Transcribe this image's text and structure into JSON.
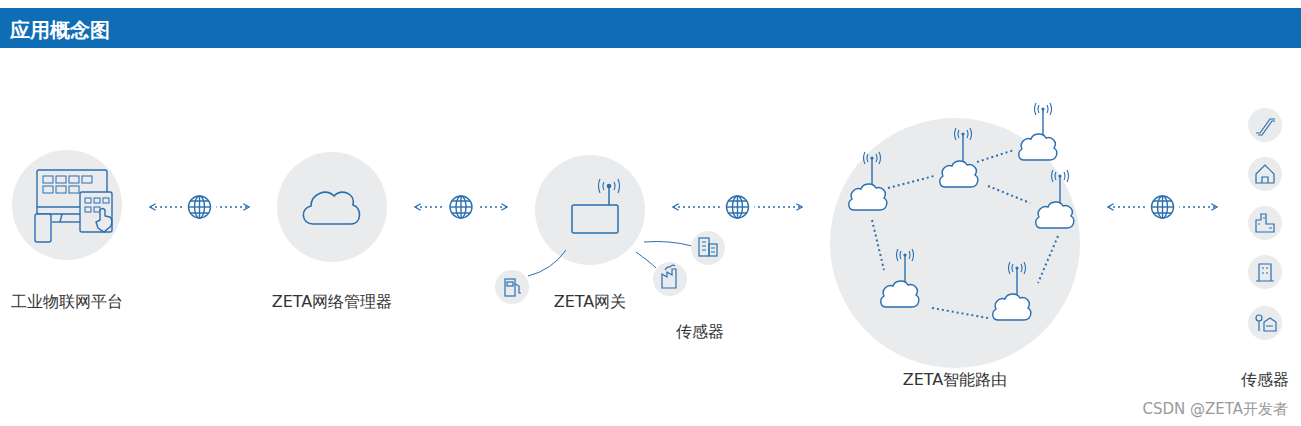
{
  "diagram": {
    "title": "应用概念图",
    "nodes": [
      {
        "text": [
          "工业物联网平台"
        ]
      },
      {
        "text": [
          "ZETA网络管理器"
        ]
      },
      {
        "text": [
          "ZETA网关"
        ]
      },
      {
        "text": [
          "ZETA智能路由"
        ]
      },
      {
        "text": [
          "传感器"
        ]
      }
    ],
    "edges": [
      {
        "from": 0,
        "to": 1,
        "arrow": "both"
      },
      {
        "from": 1,
        "to": 2,
        "arrow": "both"
      },
      {
        "from": 2,
        "to": 3,
        "arrow": "both"
      },
      {
        "from": 3,
        "to": 4,
        "arrow": "both"
      }
    ],
    "labels": [
      "传感器",
      "CSDN @ZETA开发者"
    ]
  }
}
